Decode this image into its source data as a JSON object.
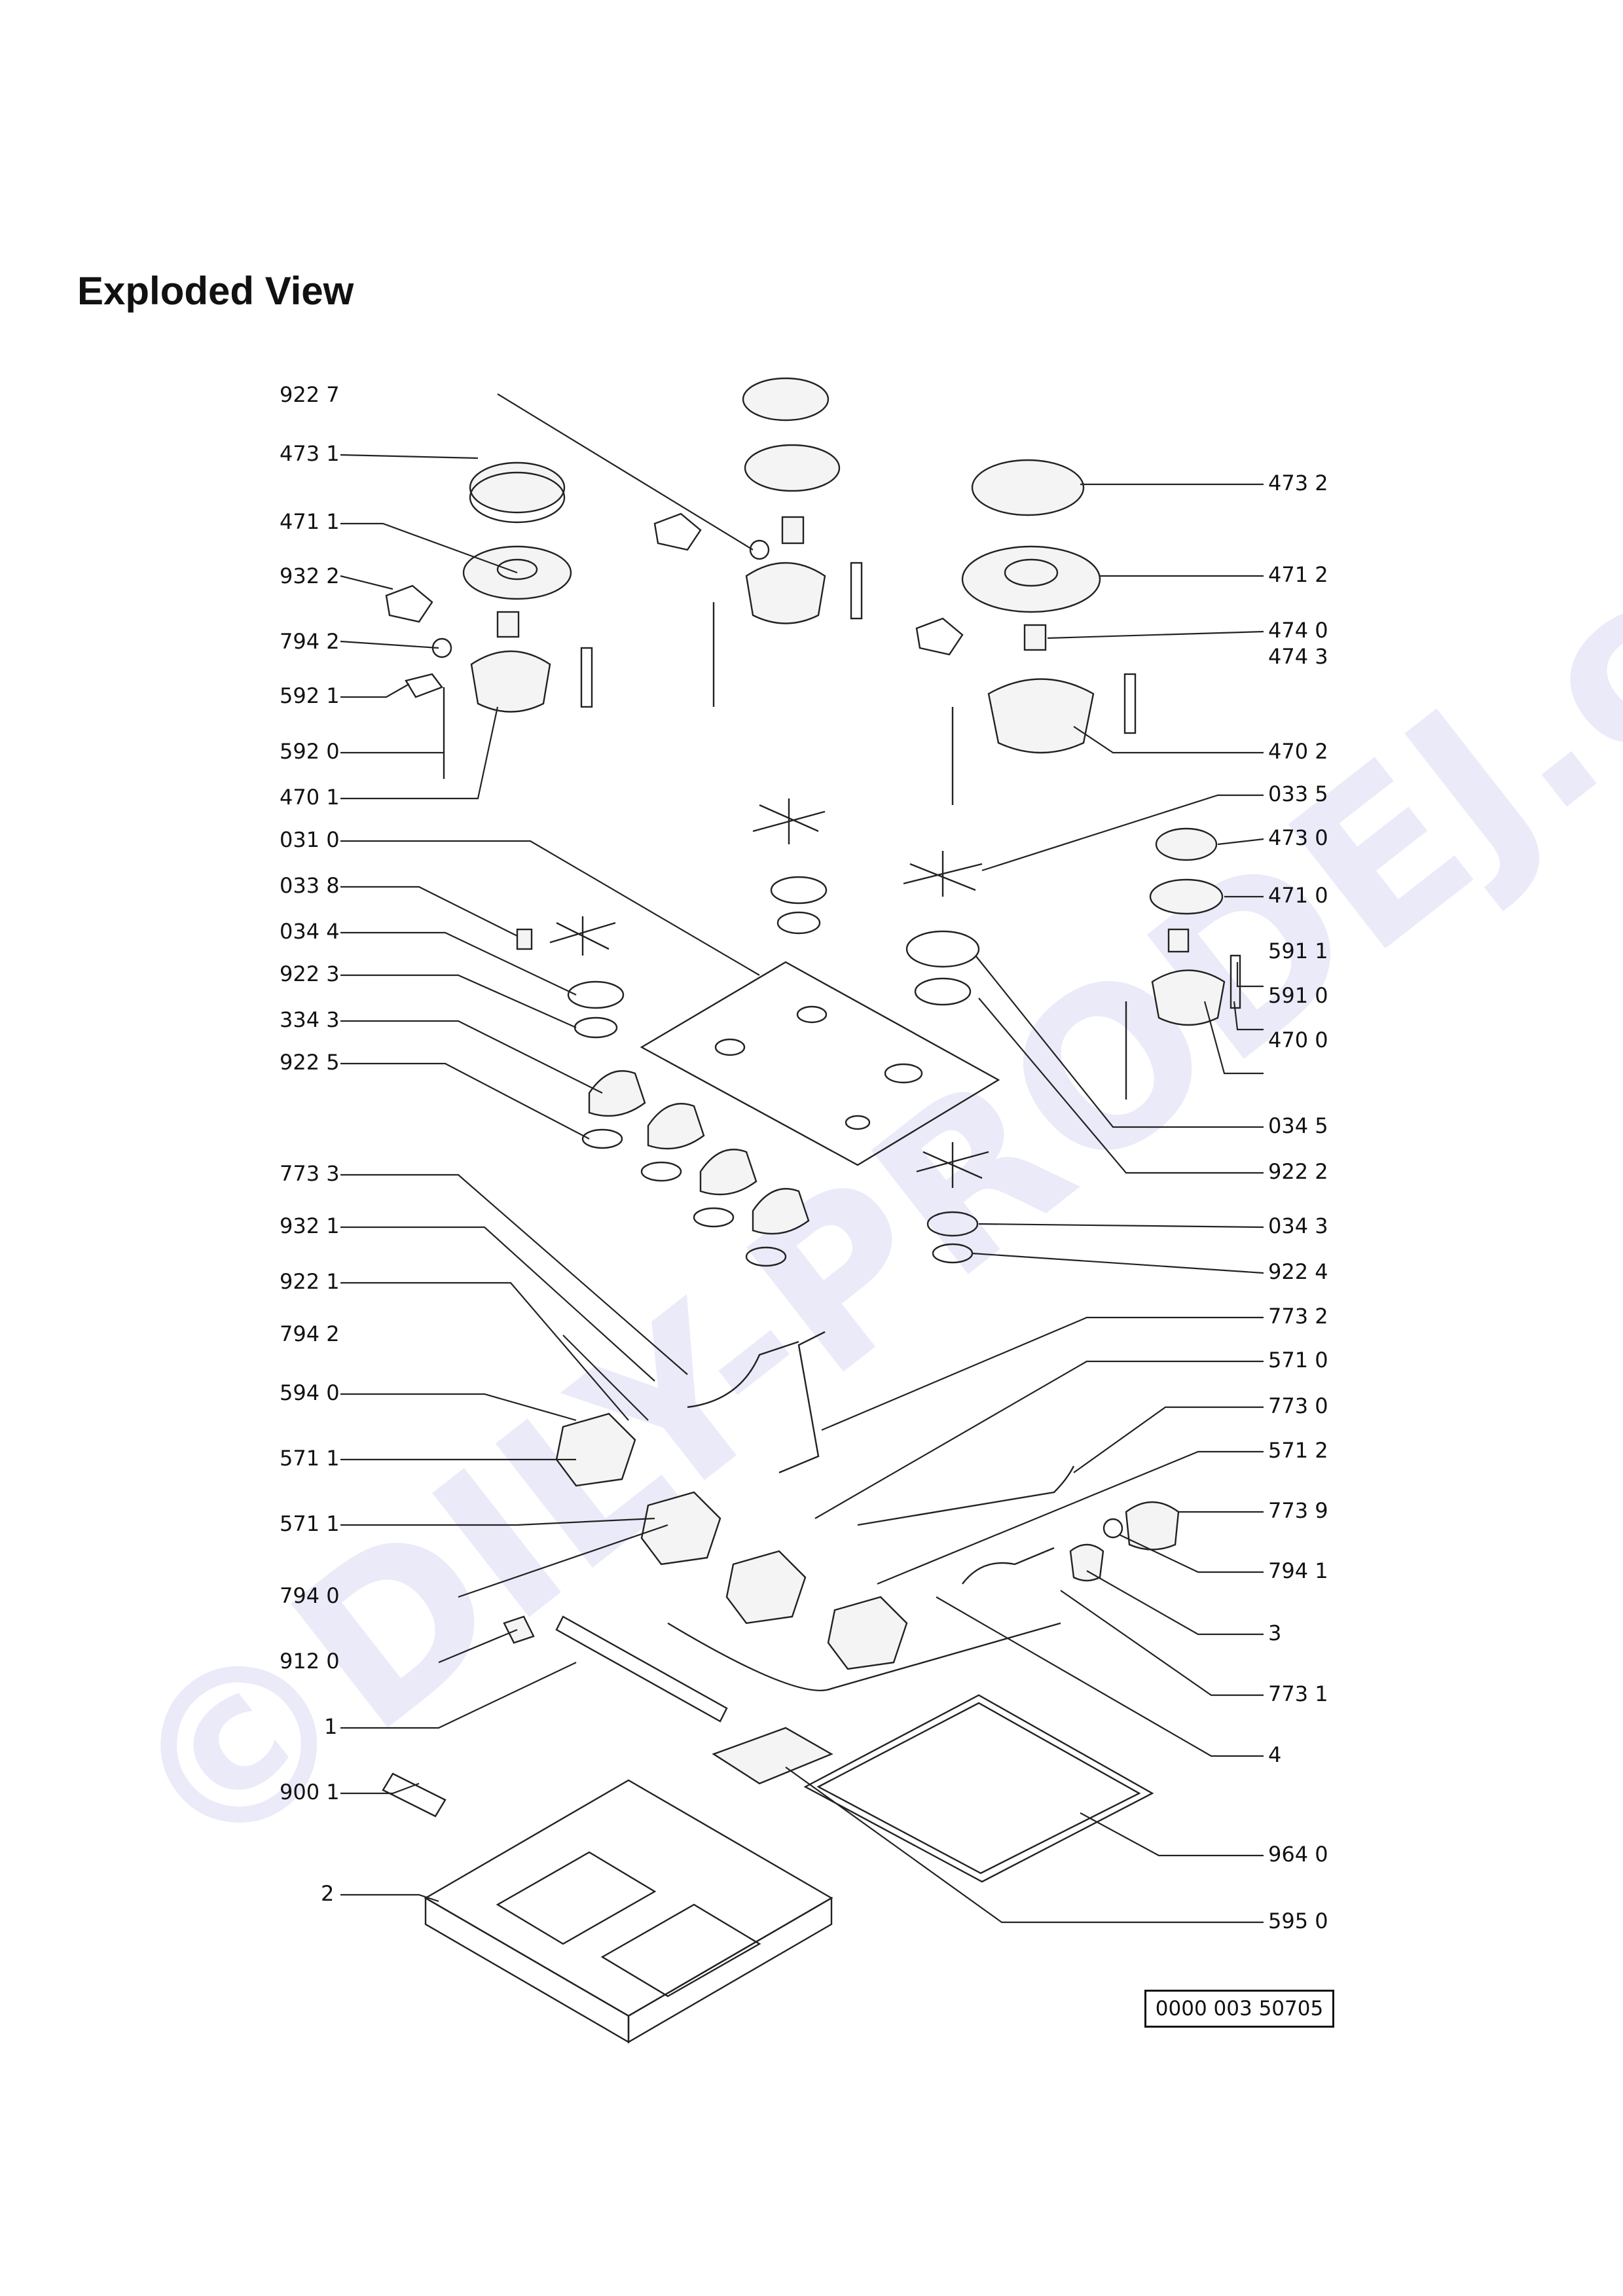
{
  "title": "Exploded View",
  "watermark": "©DILY-PRODEJ.cz",
  "document_number": "0000 003 50705",
  "labels_left": [
    "922 7",
    "473 1",
    "471 1",
    "932 2",
    "794 2",
    "592 1",
    "592 0",
    "470 1",
    "031 0",
    "033 8",
    "034 4",
    "922 3",
    "334 3",
    "922 5",
    "773 3",
    "932 1",
    "922 1",
    "794 2",
    "594 0",
    "571 1",
    "571 1",
    "794 0",
    "912 0",
    "1",
    "900 1",
    "2"
  ],
  "labels_right": [
    "473 2",
    "471 2",
    "474 0",
    "474 3",
    "470 2",
    "033 5",
    "473 0",
    "471 0",
    "591 1",
    "591 0",
    "470 0",
    "034 5",
    "922 2",
    "034 3",
    "922 4",
    "773 2",
    "571 0",
    "773 0",
    "571 2",
    "773 9",
    "794 1",
    "3",
    "773 1",
    "4",
    "964 0",
    "595 0"
  ]
}
